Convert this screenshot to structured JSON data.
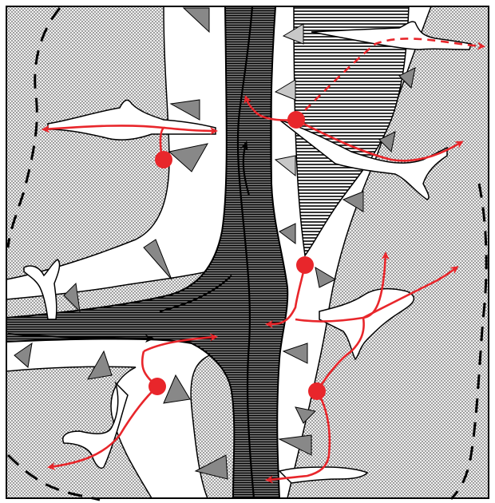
{
  "diagram": {
    "kind": "schematic river/glacial-flow map with vents and flow arrows",
    "colors": {
      "frame": "#000000",
      "dotted_fill": "#d0d0d0",
      "dotted_dot": "#2a2a2a",
      "white_band": "#ffffff",
      "dark_channel": "#3a3a3a",
      "hatch_line": "#000000",
      "triangle_dark": "#888888",
      "triangle_light": "#c8c8c8",
      "red": "#e8262b",
      "black_arrow": "#000000",
      "dashed_boundary": "#000000"
    },
    "elements": {
      "red_source_points": 5,
      "red_flow_arrows": 11,
      "black_flow_arrows": 3,
      "dashed_boundaries": 2,
      "red_dashed_arrow": 1
    }
  }
}
